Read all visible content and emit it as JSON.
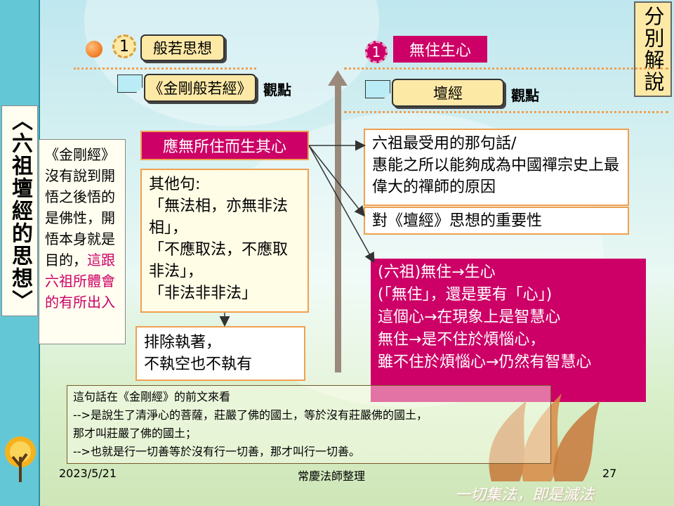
{
  "slide": {
    "side_title": "〈六祖壇經的思想〉",
    "corner_tag": "分別解說",
    "left_section": {
      "badge_number": "1",
      "heading": "般若思想",
      "subheading": "《金剛般若經》",
      "view_label": "觀點"
    },
    "right_section": {
      "badge_number": "1",
      "heading": "無住生心",
      "subheading": "壇經",
      "view_label": "觀點"
    },
    "left_note": "《金剛經》沒有說到開悟之後悟的是佛性，開悟本身就是目的，",
    "left_note_highlight": "這跟六祖所體會的有所出入",
    "key_phrase": "應無所住而生其心",
    "other_sentences": "其他句:\n「無法相，亦無非法相」，\n「不應取法，不應取非法」，\n「非法非非法」",
    "remove_attachment": "排除執著，\n不執空也不執有",
    "right_box_1": "六祖最受用的那句話/\n惠能之所以能夠成為中國禪宗史上最偉大的禪師的原因",
    "right_box_2": "對《壇經》思想的重要性",
    "magenta_box": "(六祖)無住→生心\n(「無住」，還是要有「心」)\n這個心→在現象上是智慧心\n無住→是不住於煩惱心，\n雖不住於煩惱心→仍然有智慧心",
    "bottom_note": "這句話在《金剛經》的前文來看\n-->是說生了清淨心的菩薩，莊嚴了佛的國土，等於沒有莊嚴佛的國土，\n那才叫莊嚴了佛的國土；\n-->也就是行一切善等於沒有行一切善，那才叫行一切善。",
    "watermark": "一切集法，即是滅法"
  },
  "footer": {
    "date": "2023/5/21",
    "author": "常慶法師整理",
    "page": "27"
  },
  "colors": {
    "crimson": "#cc0066",
    "orange_border": "#f0a050",
    "yellow_fill": "#fde9a6",
    "cyan_bar": "#64c7d6"
  }
}
